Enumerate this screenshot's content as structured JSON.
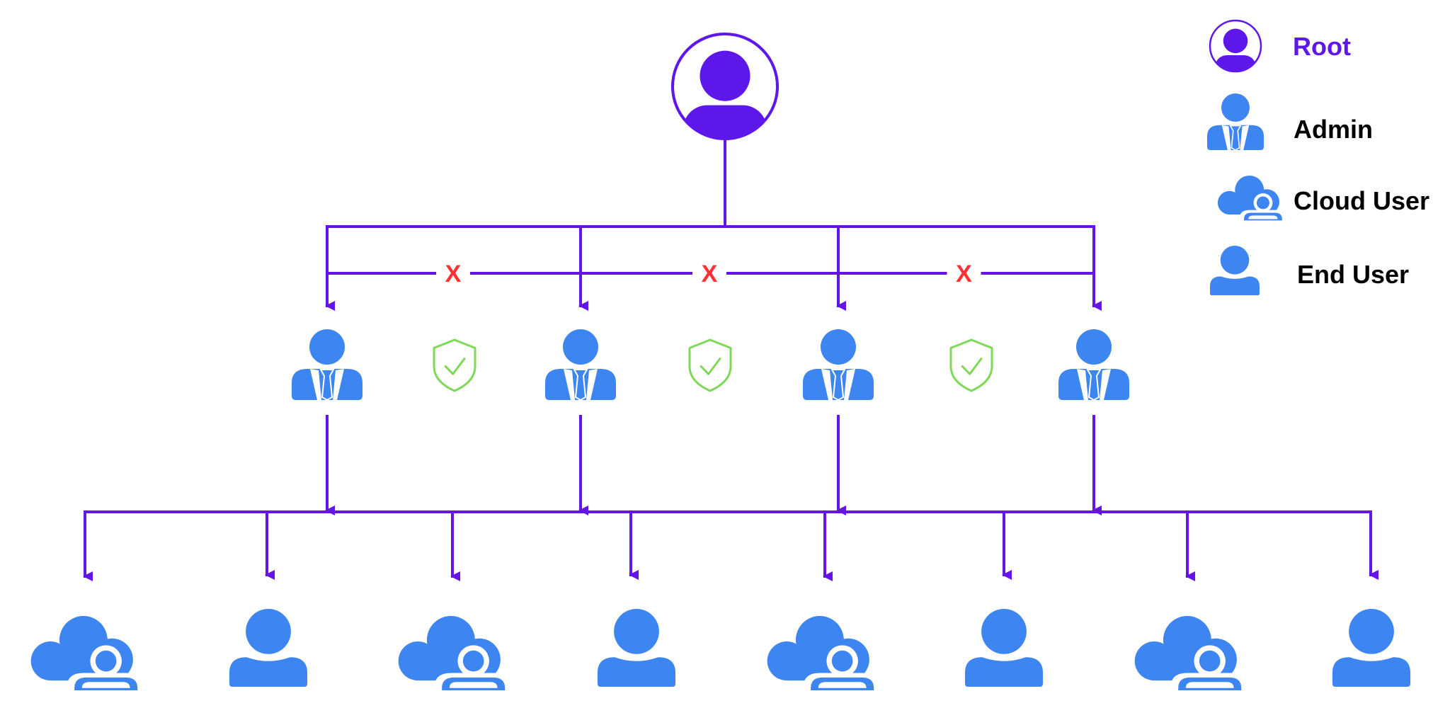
{
  "colors": {
    "root": "#5e17eb",
    "user": "#3d85f0",
    "line": "#6414e8",
    "shield": "#7ed957",
    "deny": "#ff3131",
    "white": "#ffffff"
  },
  "legend": {
    "items": [
      {
        "label": "Root",
        "icon": "root-icon",
        "color": "#5e17eb"
      },
      {
        "label": "Admin",
        "icon": "admin-icon",
        "color": "#000000"
      },
      {
        "label": "Cloud User",
        "icon": "cloud-user-icon",
        "color": "#000000"
      },
      {
        "label": "End User",
        "icon": "end-user-icon",
        "color": "#000000"
      }
    ]
  },
  "diagram": {
    "root": {
      "icon": "root-icon"
    },
    "admins": [
      "admin-icon",
      "admin-icon",
      "admin-icon",
      "admin-icon"
    ],
    "blocked_links": [
      "X",
      "X",
      "X"
    ],
    "shields": [
      "shield-check-icon",
      "shield-check-icon",
      "shield-check-icon"
    ],
    "users": [
      "cloud-user-icon",
      "end-user-icon",
      "cloud-user-icon",
      "end-user-icon",
      "cloud-user-icon",
      "end-user-icon",
      "cloud-user-icon",
      "end-user-icon"
    ]
  }
}
